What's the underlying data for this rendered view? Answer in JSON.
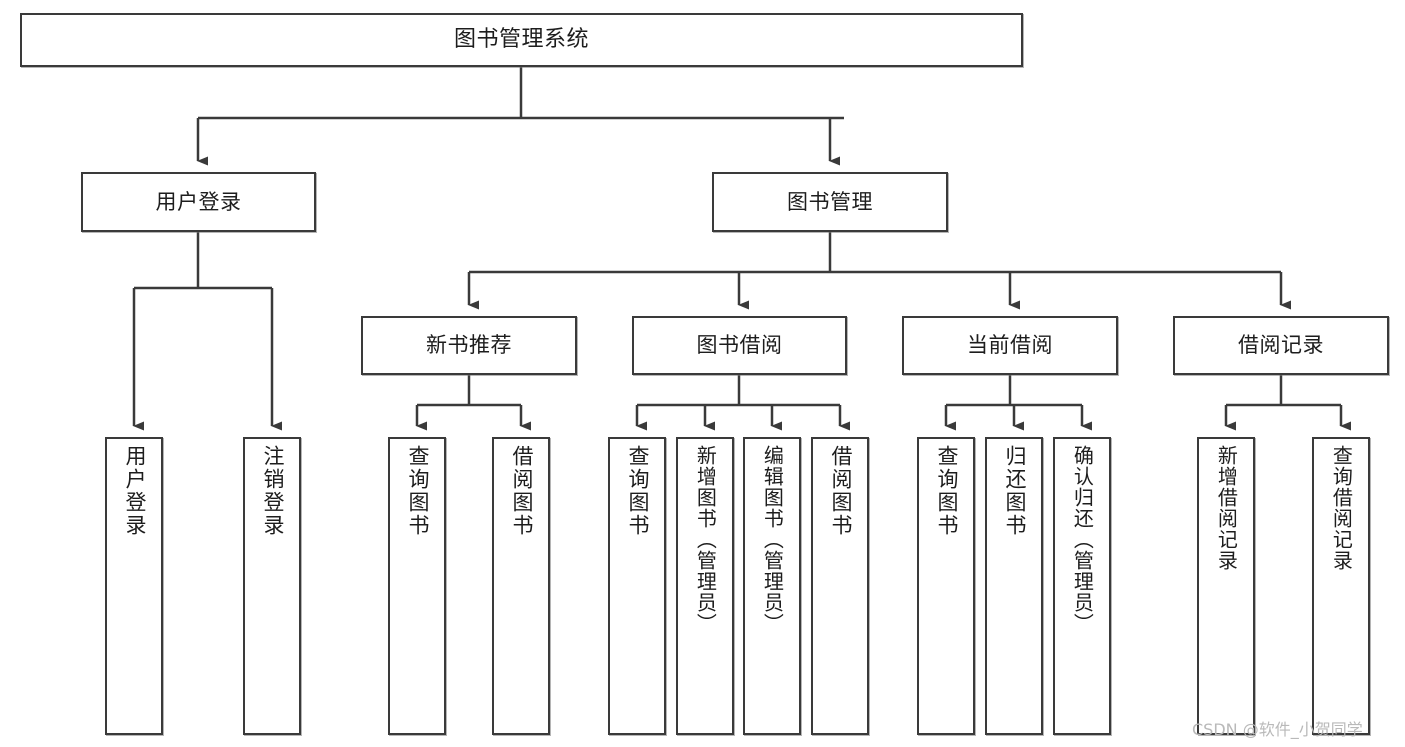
{
  "diagram": {
    "title": "图书管理系统",
    "type": "function-structure-tree",
    "orientation": "top-down",
    "line_color": "#3a3a3a",
    "box_fill": "#ffffff",
    "text_color": "#1d1d1d",
    "levels": [
      {
        "level": 1,
        "nodes": [
          {
            "id": "root",
            "label": "图书管理系统"
          }
        ]
      },
      {
        "level": 2,
        "nodes": [
          {
            "id": "user-login",
            "label": "用户登录"
          },
          {
            "id": "book-manage",
            "label": "图书管理"
          }
        ]
      },
      {
        "level": 3,
        "nodes": [
          {
            "id": "new-book-recommend",
            "label": "新书推荐"
          },
          {
            "id": "book-borrow",
            "label": "图书借阅"
          },
          {
            "id": "current-borrow",
            "label": "当前借阅"
          },
          {
            "id": "borrow-record",
            "label": "借阅记录"
          }
        ]
      },
      {
        "level": 4,
        "nodes": [
          {
            "id": "leaf-user-login",
            "label": "用户登录",
            "parent": "user-login"
          },
          {
            "id": "leaf-logout",
            "label": "注销登录",
            "parent": "user-login"
          },
          {
            "id": "leaf-query-book-1",
            "label": "查询图书",
            "parent": "new-book-recommend"
          },
          {
            "id": "leaf-borrow-book-1",
            "label": "借阅图书",
            "parent": "new-book-recommend"
          },
          {
            "id": "leaf-query-book-2",
            "label": "查询图书",
            "parent": "book-borrow"
          },
          {
            "id": "leaf-add-book",
            "label": "新增图书（管理员）",
            "parent": "book-borrow"
          },
          {
            "id": "leaf-edit-book",
            "label": "编辑图书（管理员）",
            "parent": "book-borrow"
          },
          {
            "id": "leaf-borrow-book-2",
            "label": "借阅图书",
            "parent": "book-borrow"
          },
          {
            "id": "leaf-query-book-3",
            "label": "查询图书",
            "parent": "current-borrow"
          },
          {
            "id": "leaf-return-book",
            "label": "归还图书",
            "parent": "current-borrow"
          },
          {
            "id": "leaf-confirm-return",
            "label": "确认归还（管理员）",
            "parent": "current-borrow"
          },
          {
            "id": "leaf-add-record",
            "label": "新增借阅记录",
            "parent": "borrow-record"
          },
          {
            "id": "leaf-query-record",
            "label": "查询借阅记录",
            "parent": "borrow-record"
          }
        ]
      }
    ]
  },
  "watermark": {
    "text": "CSDN @软件_小贺同学"
  }
}
